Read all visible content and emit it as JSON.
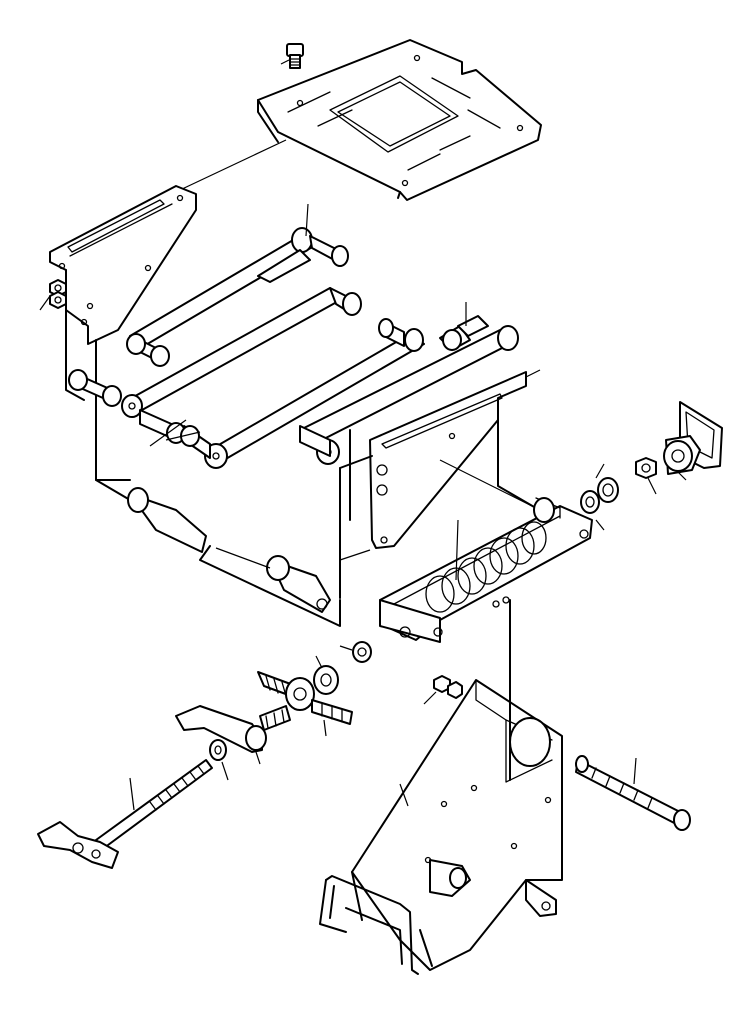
{
  "figure": {
    "kind": "exploded parts diagram",
    "line_color": "#000000",
    "background": "#ffffff",
    "callout_labels_printed": false
  },
  "parts": [
    "top-mounting-plate",
    "mounting-bolt",
    "left-side-bracket",
    "upper-scissor-link",
    "middle-scissor-link",
    "lower-scissor-link",
    "right-small-link",
    "right-side-bracket",
    "roller-pair",
    "spring-box-housing",
    "suspension-springs",
    "adjuster-knob-plate",
    "lock-nut",
    "washers",
    "eye-bolt",
    "lever-arm",
    "threaded-rod",
    "handle-bracket",
    "base-frame",
    "wire-handle",
    "pivot-pin"
  ]
}
